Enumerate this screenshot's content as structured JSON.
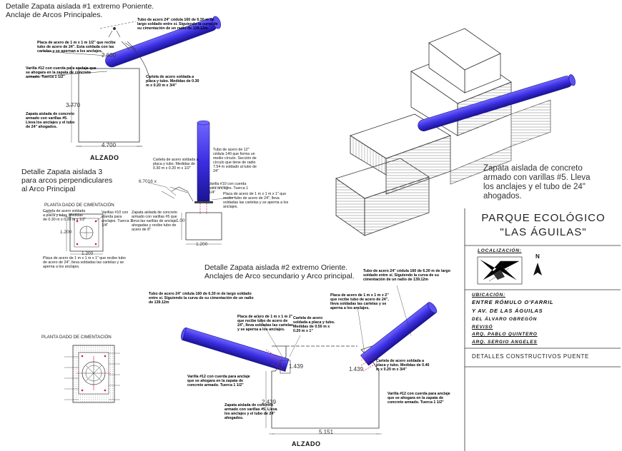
{
  "detail1": {
    "title": "Detalle Zapata aislada #1 extremo Poniente.\nAnclaje de Arcos Principales.",
    "note_tube": "Tubo de acero 24\" cédula 160 de 6.30 m de largo soldado entre sí. Siguiendo la curva de su cimentación de un radio de 139.12m",
    "note_plate": "Placa de acero de 1 m x 1 m 1/2\" que recibe tubo de acero de 24\". Esta soldada con las cartelas y se apernan a los anclajes.",
    "note_rebar": "Varilla #12 con cuerda para anclaje que se ahogara en la zapata de concreto armado. Tuerca 1 1/2\"",
    "note_cartela": "Cartela de acero soldada a placa y tubo. Medidas de 0.30 m x 0.20 m x 3/4\"",
    "note_footing": "Zapata aislada de concreto armado con varillas #5. Lleva los anclajes y el tubo de 24\" ahogados.",
    "dim_a": "2.600",
    "dim_b": "3.770",
    "dim_c": "4.700",
    "label": "ALZADO"
  },
  "detail3": {
    "title": "Detalle Zapata aislada 3\npara arcos perpendiculares\nal Arco Principal",
    "plan_label": "PLANTA DADO DE CIMENTACIÓN",
    "note_cartela": "Cartela de acero soldada a placa y tubo. Medidas de 0.30 m x 0.20 m x 1/2\"",
    "note_rebar": "Varillas #10 con cuerda para anclajes. Tuerca 1 1/4\"",
    "note_plate": "Placa de acero de 1 m x 1 m x 1\" que recibe tubo de acero de 24\", lleva soldadas las cartelas y se aperna a los anclajes.",
    "dim_a": "1.200",
    "dim_b": "1.200",
    "elev_note_cartela": "Cartela de acero soldada a placa y tubo. Medidas de 0.30 m x 0.20 m x 1/2\"",
    "elev_note_tube": "Tubo de acero de 12\" cédula 140 que forma un medio círculo. Sección de círculo que tiene de radio 7.54 m soldado al tubo de 24\"",
    "elev_note_rebar": "Varilla #10 con cuerda para anclajes. Tuerca 1 1/4\"",
    "elev_note_plate": "Placa de acero de 1 m x 1 m x 1\" que recibe tubo de acero de 24\", lleva soldadas las cartelas y se aperna a los anclajes.",
    "elev_note_footing": "Zapata aislada de concreto armado con varillas #5 que lleva las varillas de anclaje ahogadas y recibe tubo de acero de 8\"",
    "dim_c": "6.7016 x",
    "dim_d": "1.00",
    "dim_e": "1.200"
  },
  "iso": {
    "caption": "Zapata aislada de concreto\narmado con varillas #5. Lleva\nlos anclajes y el tubo de 24\"\nahogados."
  },
  "detail2": {
    "title": "Detalle Zapata aislada #2 extremo Oriente.\nAnclajes de Arco secundario y Arco principal.",
    "note_tube_left": "Tubo de acero 24\" cédula 160 de 6.30 m de largo soldado entre sí. Siguiendo la curva de su cimentación de un radio de 139.12m",
    "note_tube_right": "Tubo de acero 24\" cédula 160 de 6.30 m de largo soldado entre sí. Siguiendo la curva de su cimentación de un radio de 139.12m",
    "note_plate_l": "Placa de acero de 1 m x 1 m 2\" que recibe tubo de acero de 24\", lleva soldadas las cartelas y se aperna a los anclajes.",
    "note_cartela_l": "Cartela de acero soldada a placa y tubo. Medidas de 0.50 m x 0.20 m x 1\"",
    "note_plate_r": "Placa de acero de 1 m x 1 m x 2\" que recibe tubo de acero de 24\", lleva soldadas las cartelas y se aperna a los anclajes.",
    "note_cartela_r": "Cartela de acero soldada a placa y tubo. Medidas de 0.40 m x 0.20 m x 3/4\"",
    "note_rebar_l": "Varilla #12 con cuerda para anclaje que se ahogara en la zapata de concreto armado. Tuerca 1 1/2\"",
    "note_rebar_r": "Varilla #12 con cuerda para anclaje que se ahogara en la zapata de concreto armado. Tuerca 1 1/2\"",
    "note_footing": "Zapata aislada de concreto armado con varillas #5. Lleva los anclajes y el tubo de 24\" ahogados.",
    "dim_a": "1.439",
    "dim_b": "1.439",
    "dim_c": "2.439",
    "dim_d": "5.151",
    "label": "ALZADO"
  },
  "plan2": {
    "label": "PLANTA DADO DE CIMENTACIÓN"
  },
  "titleblock": {
    "title_l1": "PARQUE ECOLÓGICO",
    "title_l2": "\"LAS ÁGUILAS\"",
    "loc_label": "LOCALIZACIÓN:",
    "north": "N",
    "ubic_label": "UBICACIÓN:",
    "addr1": "ENTRE RÓMULO O'FARRIL",
    "addr2": "Y AV. DE LAS ÁGUILAS",
    "addr3": "DEL ÁLVARO OBREGÓN",
    "reviso": "REVISÓ",
    "arq1": "ARQ. PABLO QUINTERO",
    "arq2": "ARQ. SERGIO ANGELES",
    "sheet": "DETALLES CONSTRUCTIVOS PUENTE"
  },
  "colors": {
    "tube": "#3a2ee0",
    "tube_dark": "#1a138f",
    "accent_red": "#e0103a",
    "line": "#333333"
  }
}
